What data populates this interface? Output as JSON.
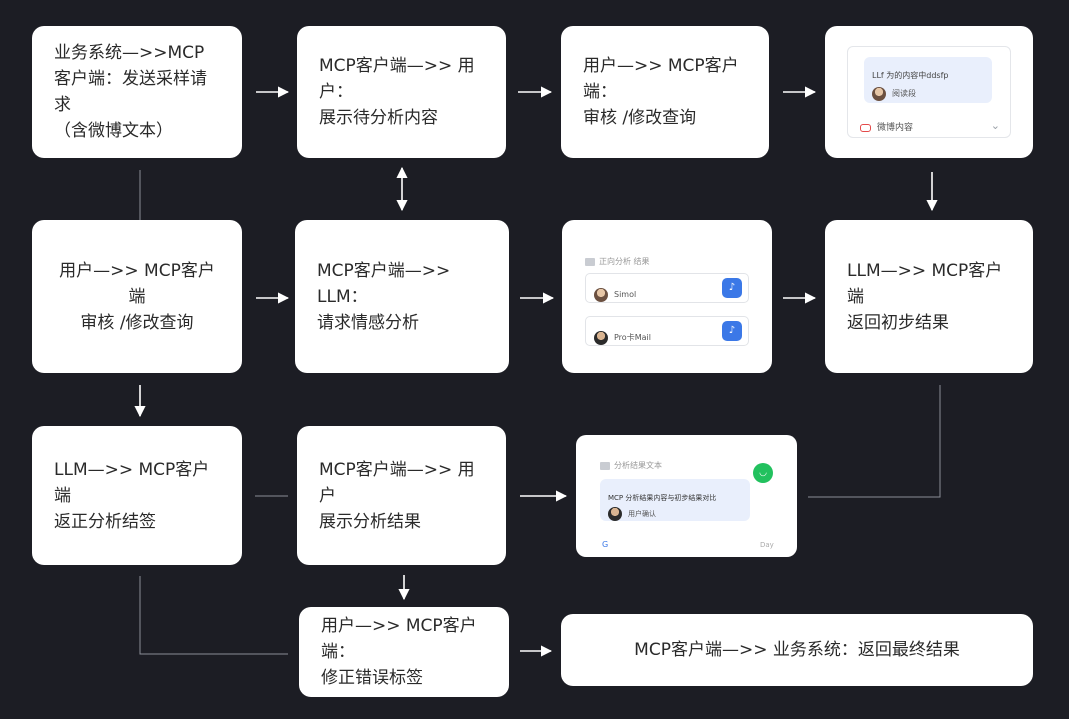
{
  "nodes": {
    "n1": "业务系统—>>MCP\n客户端：发送采样请求\n（含微博文本）",
    "n2": "MCP客户端—>> 用户：\n展示待分析内容",
    "n3": "用户—>> MCP客户端：\n审核 /修改查询",
    "n5": "用户—>> MCP客户端\n审核 /修改查询",
    "n6": "MCP客户端—>> LLM：\n请求情感分析",
    "n8": "LLM—>> MCP客户端\n返回初步结果",
    "n9": "LLM—>> MCP客户端\n返正分析结签",
    "n10": "MCP客户端—>> 用户\n展示分析结果",
    "n12": "用户—>> MCP客户端：\n修正错误标签",
    "n13": "MCP客户端—>> 业务系统：返回最终结果"
  },
  "mockups": {
    "m1": {
      "title": "LLf 为的内容中ddsfp",
      "user": "阅读段",
      "footer": "微博内容"
    },
    "m2": {
      "header": "正向分析 结果",
      "rows": [
        {
          "label": "Simol",
          "btn": "♪"
        },
        {
          "label": "Pro卡Mail",
          "btn": "♪"
        }
      ]
    },
    "m3": {
      "header": "分析结果文本",
      "line": "MCP 分析结果内容与初步结果对比",
      "user": "用户确认",
      "badge": "◡",
      "foot_left": "G",
      "foot_right": "Day"
    }
  },
  "colors": {
    "background": "#1c1d24",
    "card": "#ffffff",
    "arrow": "#ffffff",
    "connector": "#8a8d96",
    "accent_blue": "#3b78e7",
    "success_green": "#22c15e",
    "alert_red": "#e44a4a"
  }
}
